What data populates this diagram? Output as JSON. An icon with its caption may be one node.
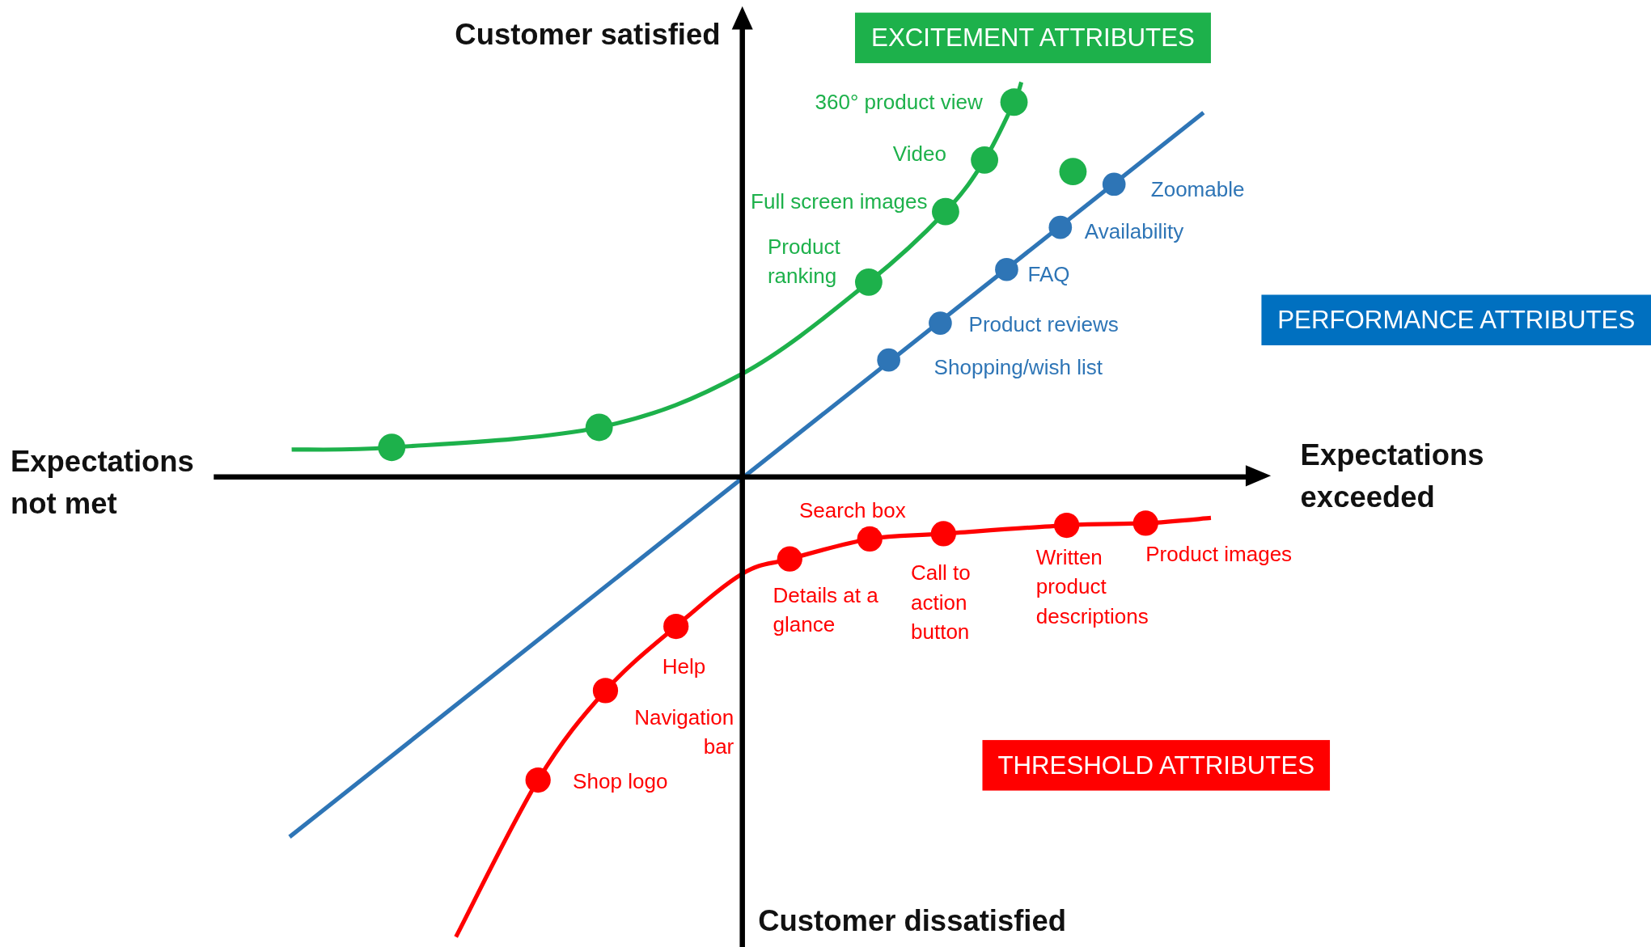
{
  "diagram": {
    "labels": [
      "Customer satisfied",
      "EXCITEMENT ATTRIBUTES",
      "360° product view",
      "Video",
      "Full screen images",
      "Zoomable",
      "Availability",
      "Product ranking",
      "FAQ",
      "PERFORMANCE ATTRIBUTES",
      "Product reviews",
      "Shopping/wish list",
      "Expectations exceeded",
      "Expectations not met",
      "Search box",
      "Product images",
      "Written product descriptions",
      "Details at a glance",
      "Call to action button",
      "Help",
      "Navigation bar",
      "Shop logo",
      "THRESHOLD ATTRIBUTES",
      "Customer dissatisfied"
    ]
  }
}
